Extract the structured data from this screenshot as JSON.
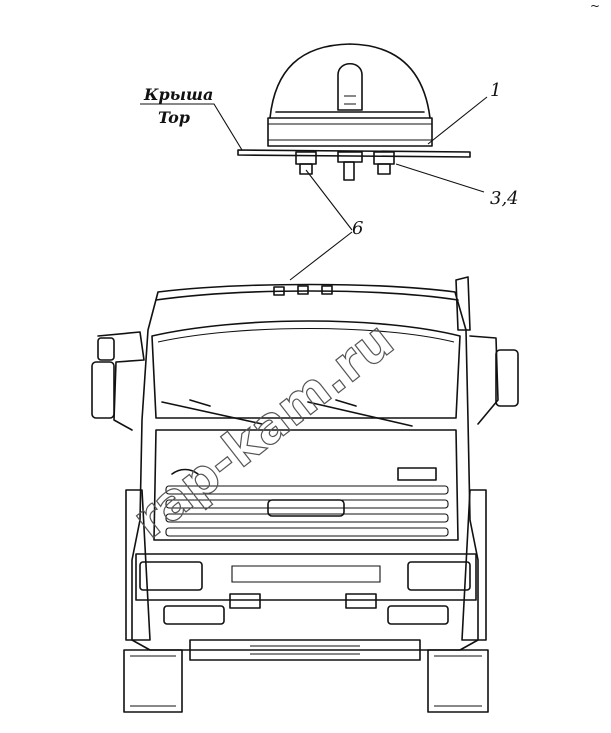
{
  "labels": {
    "roof_ru": "Крыша",
    "roof_en": "Top",
    "callout_1": "1",
    "callout_34": "3,4",
    "callout_6": "6"
  },
  "watermark": "rap-kam.ru",
  "corner_mark": "~"
}
